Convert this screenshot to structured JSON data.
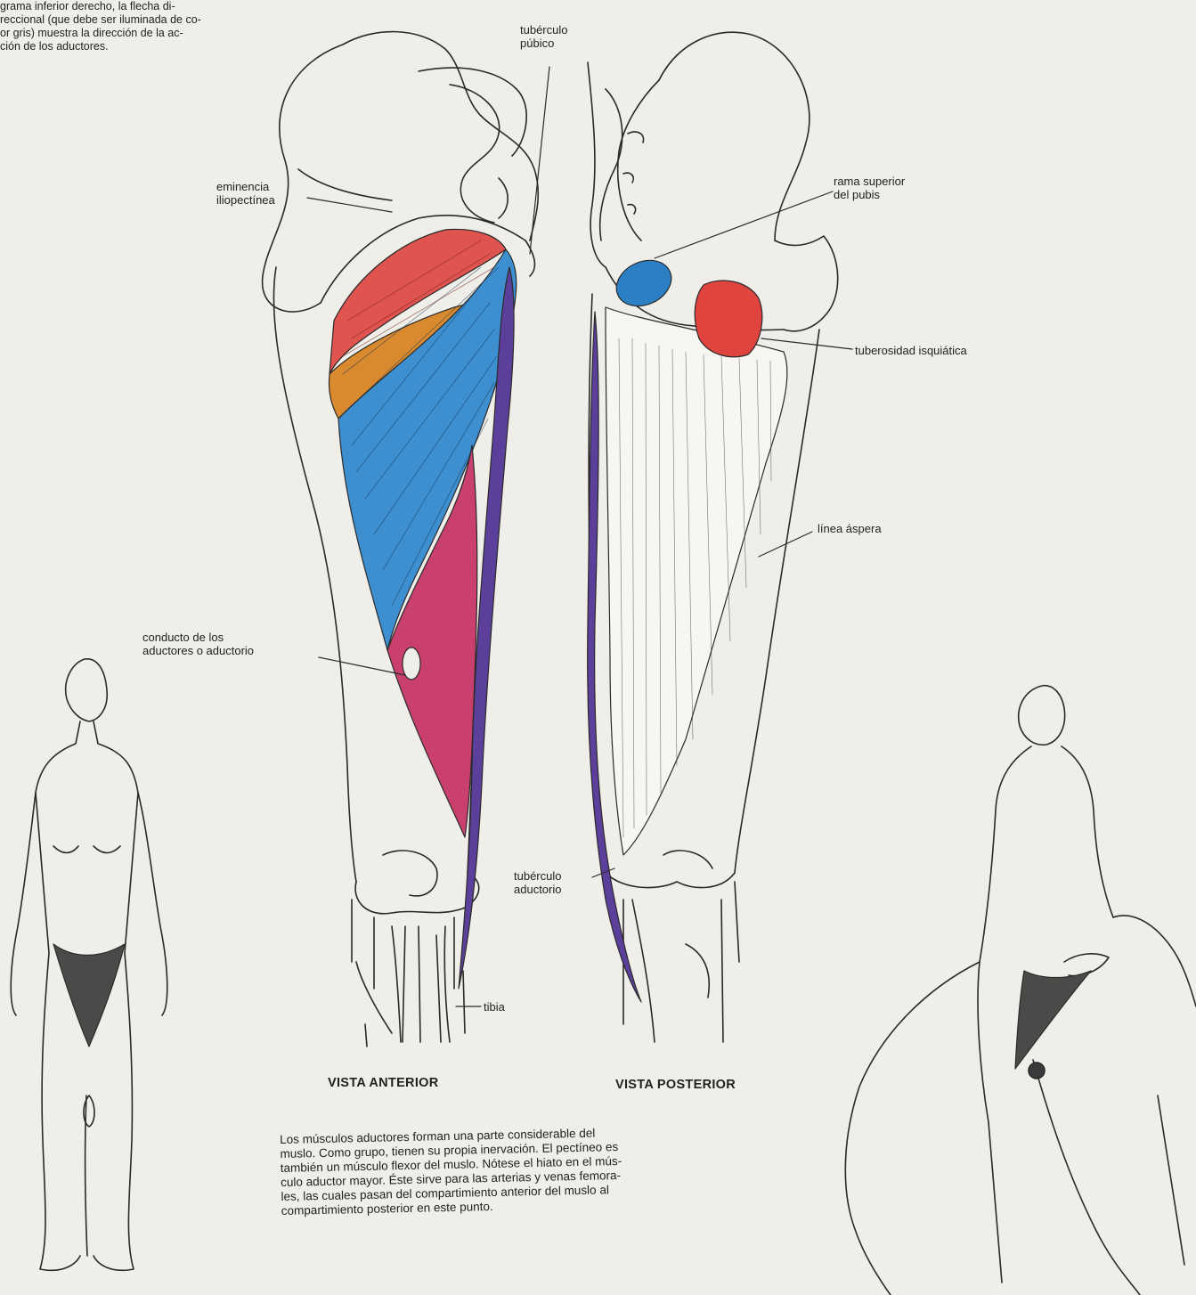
{
  "intro_text": "grama inferior derecho, la flecha di-\nreccional (que debe ser iluminada de co-\nor gris) muestra la dirección de la ac-\nción de los aductores.",
  "labels": {
    "tuberculo_pubico": "tubérculo\npúbico",
    "eminencia_iliopectinea": "eminencia\niliopectínea",
    "rama_superior_pubis": "rama superior\ndel pubis",
    "tuberosidad_isquiatica": "tuberosidad isquiática",
    "linea_aspera": "línea áspera",
    "conducto_aductores": "conducto de los\naductores o aductorio",
    "tuberculo_aductorio": "tubérculo\naductorio",
    "tibia": "tibia"
  },
  "titles": {
    "anterior": "VISTA ANTERIOR",
    "posterior": "VISTA POSTERIOR"
  },
  "caption": "Los músculos aductores forman una parte considerable del\nmuslo. Como grupo, tienen su propia inervación. El pectíneo es\ntambién un músculo flexor del muslo. Nótese el hiato en el mús-\nculo aductor mayor. Éste sirve para las arterias y venas femora-\nles, las cuales pasan del compartimiento anterior del muslo al\ncompartimiento posterior en este punto.",
  "colors": {
    "pectineo": "#e0544f",
    "aductor_largo": "#d98a2f",
    "aductor_corto_mayor": "#3d8fd0",
    "gracil": "#5c3f9a",
    "aductor_mayor_magenta": "#c9406e",
    "ischium_red": "#e0443f",
    "obturador_blue": "#2b7fc2",
    "triangle_dark": "#4a4a48"
  }
}
